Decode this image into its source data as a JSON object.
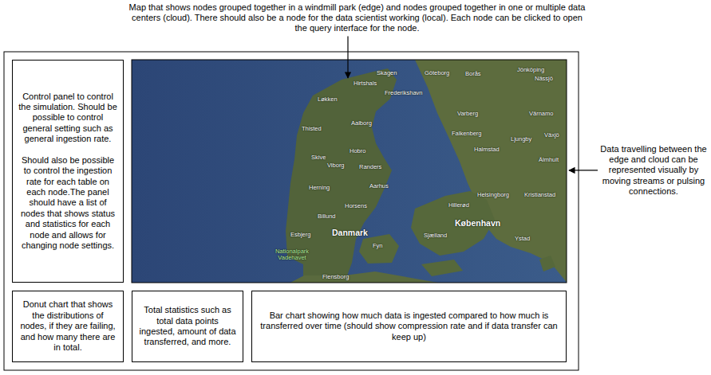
{
  "diagram": {
    "nodes": [
      {
        "text": [
          "Control panel to control the simulation. Should be possible to control general setting such as general ingestion rate.",
          "Should also be possible to control the ingestion rate for each table on each node.The panel should have a list of nodes that shows status and statistics for each node and allows for changing node settings."
        ]
      },
      {
        "text": [
          "Donut chart that shows the distributions of nodes, if they are failing, and how many there are in total."
        ]
      },
      {
        "text": [
          "Total statistics such as total data points ingested, amount of data transferred, and more."
        ]
      },
      {
        "text": [
          "Bar chart showing how much data is ingested compared to how much is transferred over time (should show compression rate and if data transfer can keep up)"
        ]
      }
    ],
    "labels": [
      "Map that shows nodes grouped together in a windmill park (edge) and nodes grouped together in one or multiple data centers (cloud). There should also be a node for the data scientist working (local). Each node can be clicked to open the query interface for the node.",
      "Data travelling between the edge and cloud can be represented visually by moving streams or pulsing connections.",
      "Skagen",
      "Göteborg",
      "Borås",
      "Jönköping",
      "Nässjö",
      "Hirtshals",
      "Frederikshavn",
      "Løkken",
      "Aalborg",
      "Varberg",
      "Värnamo",
      "Thisted",
      "Falkenberg",
      "Ljungby",
      "Växjö",
      "Halmstad",
      "Hobro",
      "Skive",
      "Viborg",
      "Randers",
      "Älmhult",
      "Herning",
      "Aarhus",
      "Helsingborg",
      "Hillerød",
      "Kristianstad",
      "Horsens",
      "Billund",
      "København",
      "Danmark",
      "Esbjerg",
      "Sjælland",
      "Fyn",
      "Ystad",
      "Nationalpark Vadehavet",
      "Flensborg"
    ]
  }
}
